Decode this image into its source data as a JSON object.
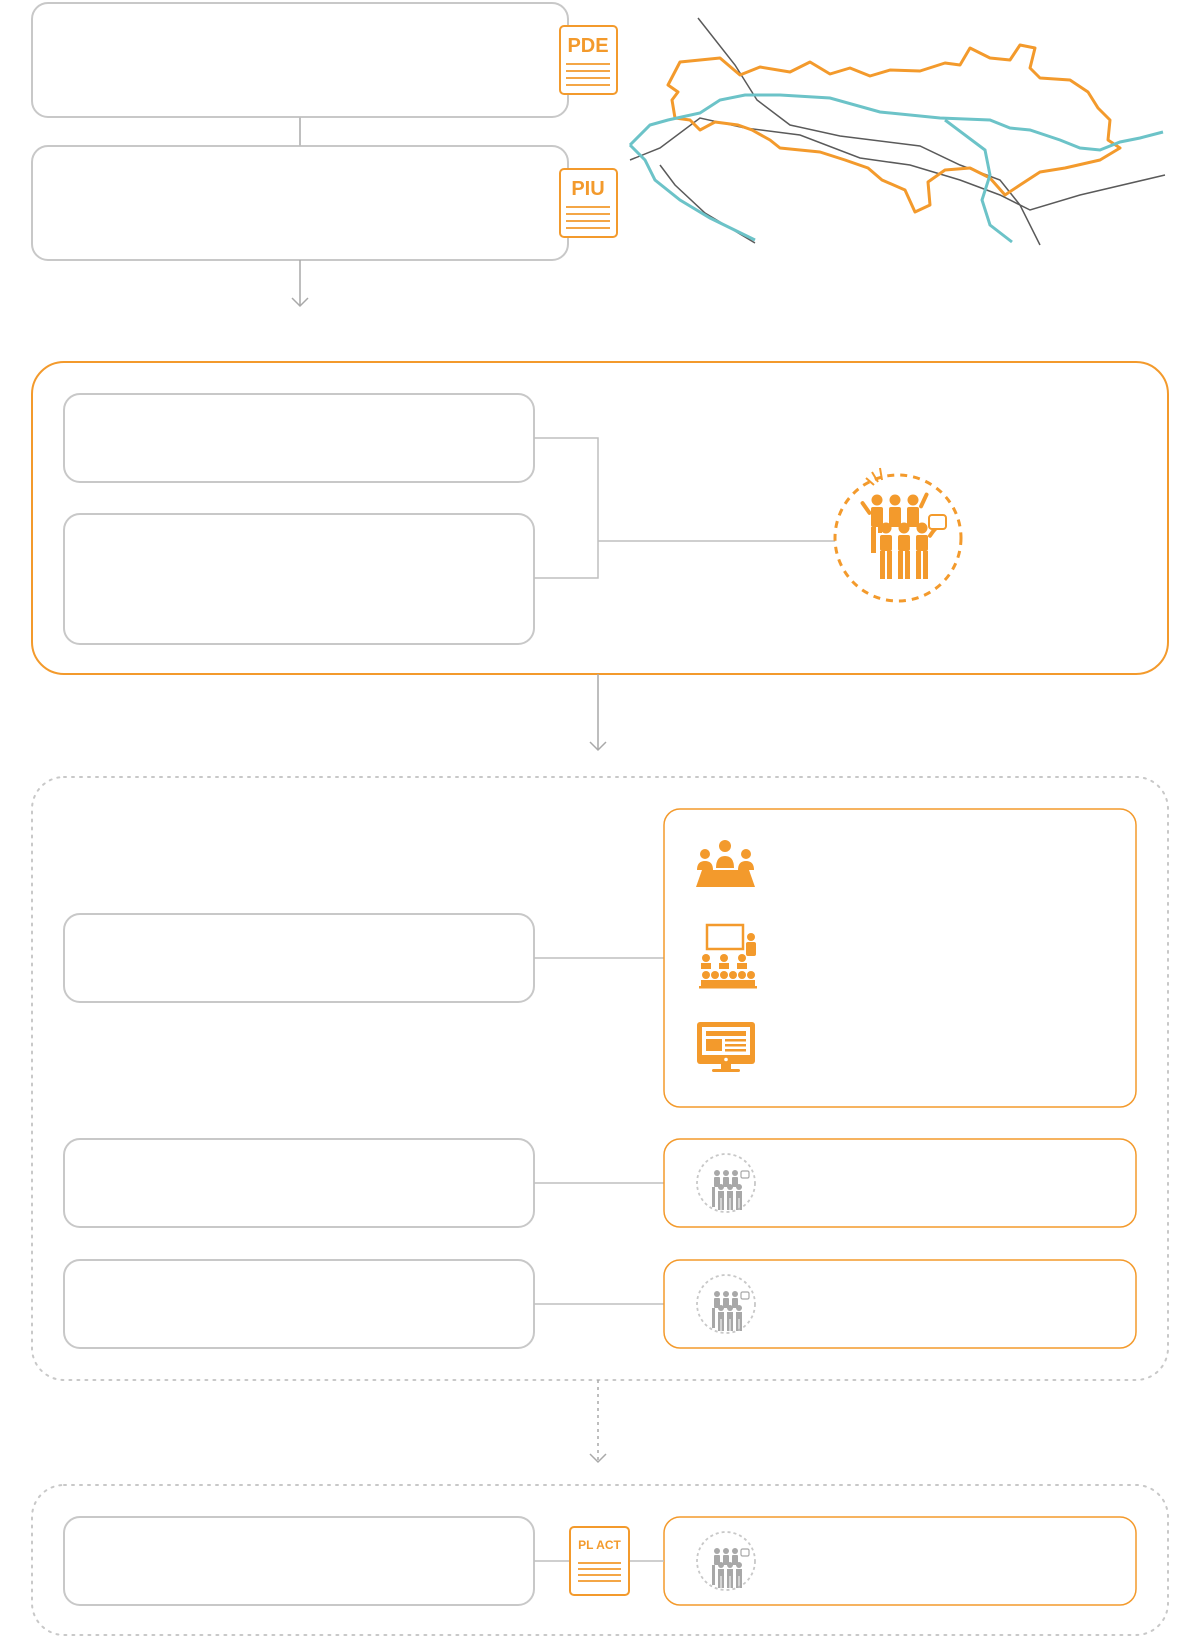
{
  "colors": {
    "accent": "#F39A2C",
    "box_border": "#C8C8C8",
    "connector": "#BFBFBF",
    "river": "#6CC3C8",
    "road": "#5A5A5A",
    "dotted": "#C8C8C8",
    "icon_gray": "#A8A8A8"
  },
  "documents": {
    "pde": "PDE",
    "piu": "PIU",
    "pl_act": "PL ACT"
  },
  "icons": {
    "participation": "people-assembly-icon",
    "meeting": "meeting-table-icon",
    "presentation": "audience-presentation-icon",
    "online": "computer-monitor-icon"
  }
}
